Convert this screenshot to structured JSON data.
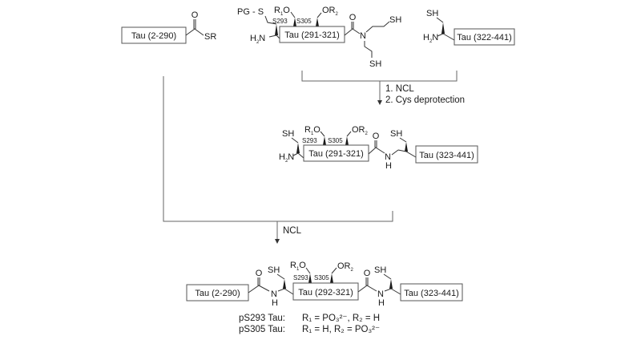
{
  "diagram": {
    "top_row": {
      "fragment_a": {
        "label": "Tau (2-290)",
        "carbonyl_O": "O",
        "thioester": "SR"
      },
      "fragment_b": {
        "label": "Tau (291-321)",
        "pg": "PG",
        "s": "S",
        "r1": "R",
        "r1_sub": "1",
        "o1": "O",
        "or2": "OR",
        "r2_sub": "2",
        "site_a": "S293",
        "site_b": "S305",
        "amine": "H",
        "amine_sub": "2",
        "amine_n": "N",
        "carbonyl_O": "O",
        "n": "N",
        "sh1": "SH",
        "sh2": "SH"
      },
      "fragment_c": {
        "label": "Tau (322-441)",
        "sh": "SH",
        "amine": "H",
        "amine_sub": "2",
        "amine_n": "N"
      }
    },
    "step1": {
      "line1": "1. NCL",
      "line2": "2. Cys deprotection"
    },
    "middle": {
      "label_a": "Tau (291-321)",
      "label_b": "Tau (323-441)",
      "sh_left": "SH",
      "sh_right": "SH",
      "r1": "R",
      "r1_sub": "1",
      "o1": "O",
      "or2": "OR",
      "r2_sub": "2",
      "site_a": "S293",
      "site_b": "S305",
      "amine": "H",
      "amine_sub": "2",
      "amine_n": "N",
      "carbonyl_O": "O",
      "nh_n": "N",
      "nh_h": "H"
    },
    "step2": {
      "label": "NCL"
    },
    "product": {
      "label_a": "Tau (2-290)",
      "label_b": "Tau (292-321)",
      "label_c": "Tau (323-441)",
      "carbonyl_O": "O",
      "sh": "SH",
      "nh_n": "N",
      "nh_h": "H",
      "r1": "R",
      "r1_sub": "1",
      "o1": "O",
      "or2": "OR",
      "r2_sub": "2",
      "site_a": "S293",
      "site_b": "S305"
    },
    "legend": [
      {
        "name": "pS293 Tau:",
        "def": "R₁ = PO₃²⁻, R₂ = H"
      },
      {
        "name": "pS305 Tau:",
        "def": "R₁ = H, R₂ = PO₃²⁻"
      }
    ]
  }
}
